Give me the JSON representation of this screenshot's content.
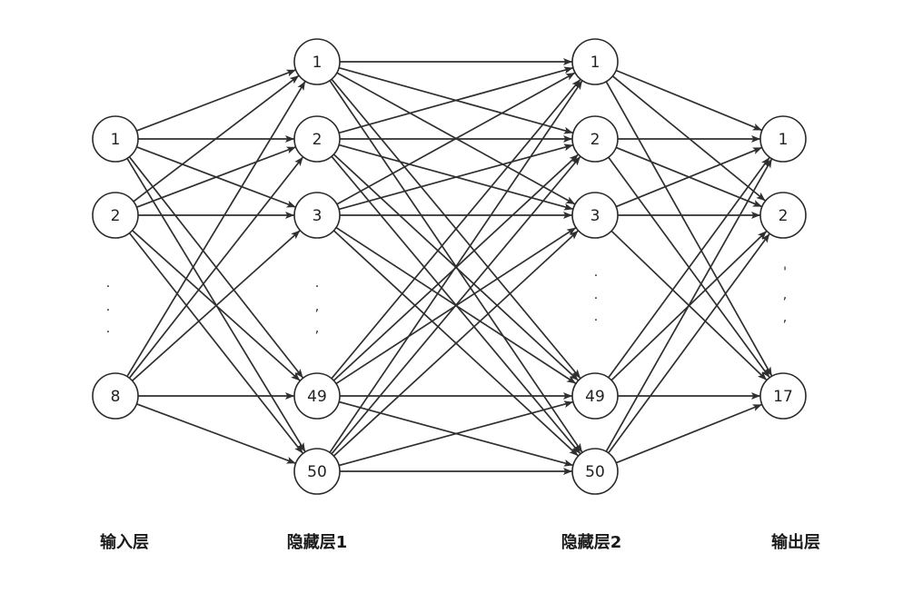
{
  "layers": [
    {
      "title": "输入层",
      "nodes": [
        "1",
        "2",
        "8"
      ],
      "ellipsis": [
        ".",
        ".",
        "."
      ]
    },
    {
      "title": "隐藏层1",
      "nodes": [
        "1",
        "2",
        "3",
        "49",
        "50"
      ],
      "ellipsis": [
        ".",
        ",",
        ","
      ]
    },
    {
      "title": "隐藏层2",
      "nodes": [
        "1",
        "2",
        "3",
        "49",
        "50"
      ],
      "ellipsis": [
        ".",
        ".",
        "."
      ]
    },
    {
      "title": "输出层",
      "nodes": [
        "1",
        "2",
        "17"
      ],
      "ellipsis": [
        "'",
        ",",
        ","
      ]
    }
  ],
  "connections": "fully-connected",
  "colors": {
    "stroke": "#2a2a2a",
    "text": "#222222"
  }
}
